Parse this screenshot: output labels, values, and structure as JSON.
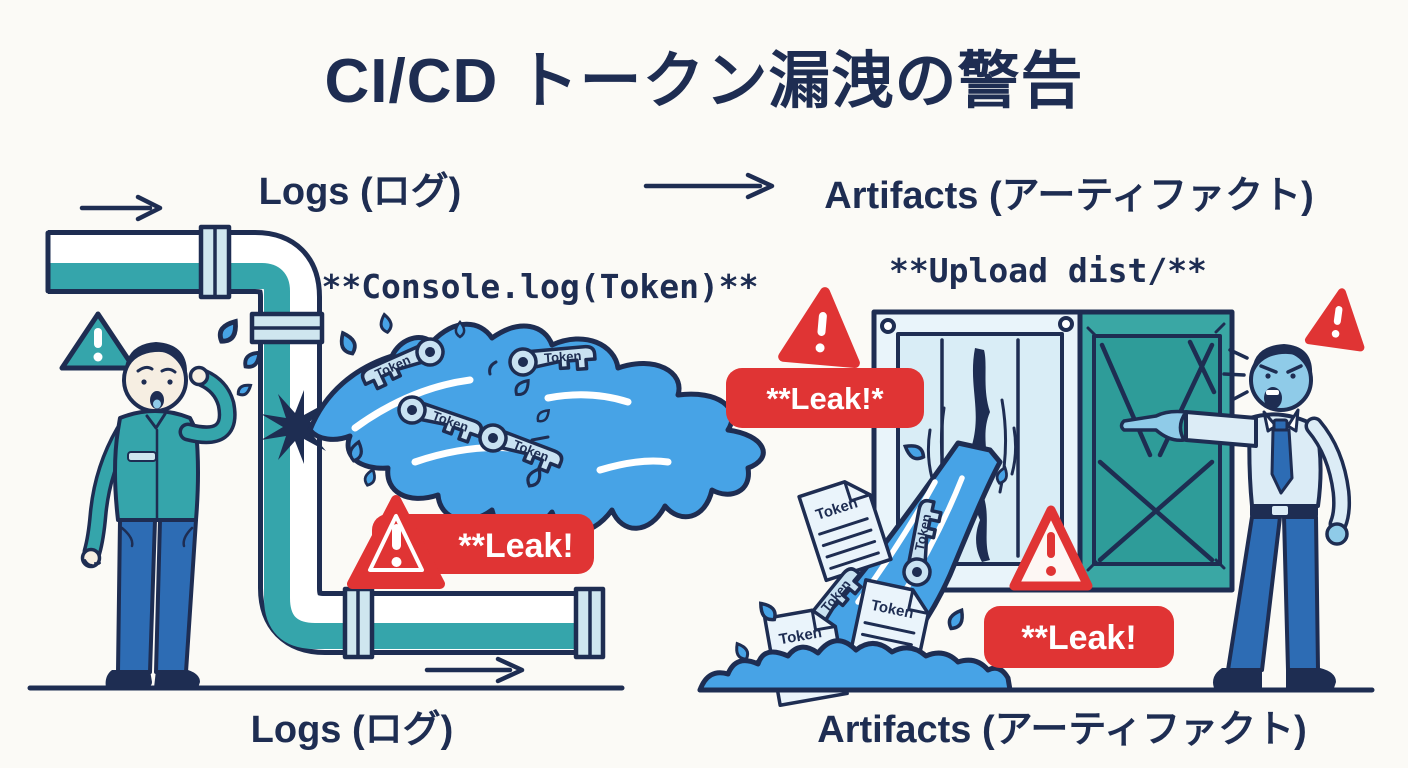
{
  "title": "CI/CD トークン漏洩の警告",
  "top_labels": {
    "logs": "Logs (ログ)",
    "artifacts": "Artifacts (アーティファクト)"
  },
  "annotations": {
    "console_log": "**Console.log(Token)**",
    "upload_dist": "**Upload dist/**"
  },
  "badges": {
    "leak_left": "**Leak!",
    "leak_right_top": "**Leak!*",
    "leak_right_bottom": "**Leak!"
  },
  "token_label": "Token",
  "bottom_labels": {
    "logs": "Logs (ログ)",
    "artifacts": "Artifacts (アーティファクト)"
  },
  "colors": {
    "background": "#fbfaf6",
    "navy_ink": "#1e2d52",
    "pipe_teal": "#35a5ab",
    "crate_teal": "#3aa7a4",
    "water_blue": "#47a3e6",
    "warning_red": "#e03434",
    "key_fill": "#c9e2f2",
    "paper_fill": "#eaf4fb"
  }
}
